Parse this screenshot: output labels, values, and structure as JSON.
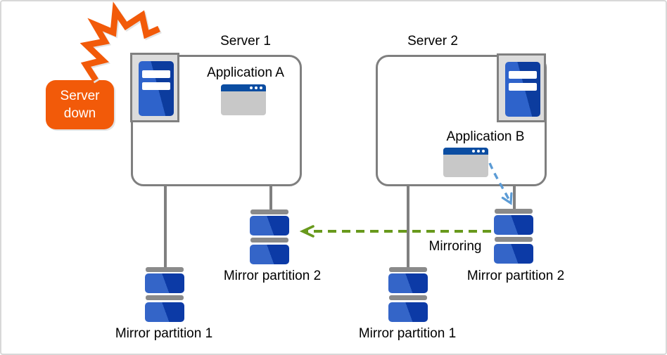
{
  "alert": {
    "label": "Server down"
  },
  "servers": [
    {
      "title": "Server 1",
      "application": {
        "label": "Application A"
      },
      "partitions": [
        {
          "label": "Mirror partition 1"
        },
        {
          "label": "Mirror partition 2"
        }
      ]
    },
    {
      "title": "Server 2",
      "application": {
        "label": "Application B"
      },
      "partitions": [
        {
          "label": "Mirror partition 1"
        },
        {
          "label": "Mirror partition 2"
        }
      ]
    }
  ],
  "mirroring": {
    "label": "Mirroring"
  },
  "colors": {
    "alert_orange": "#f25a09",
    "mirror_arrow_green": "#68991c",
    "app_arrow_blue": "#5b9bd5",
    "disk_blue_light": "#3465c8",
    "disk_blue_dark": "#0c3aa6",
    "server_tower_blue": "#2e63cb",
    "window_title_blue": "#0b4da2",
    "outline_gray": "#7f7f7f"
  },
  "icons": {
    "burst": "burst-zigzag-icon",
    "server": "server-tower-icon",
    "application": "app-window-icon",
    "partition": "disk-stack-icon"
  }
}
